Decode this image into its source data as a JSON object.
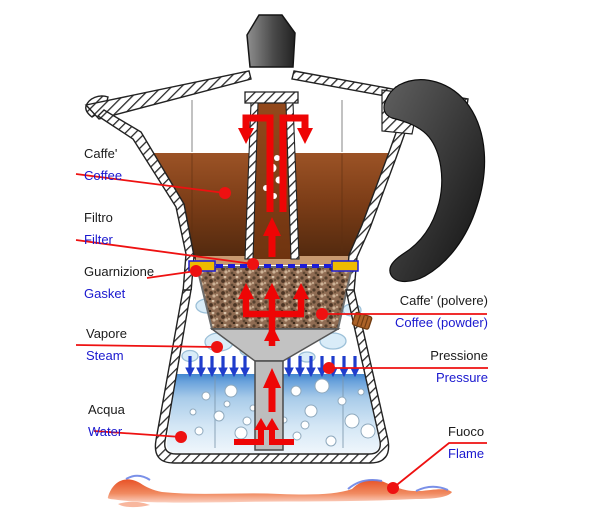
{
  "diagram": {
    "subject": "moka-pot-cross-section",
    "labels": [
      {
        "id": "coffee",
        "it": "Caffe'",
        "en": "Coffee"
      },
      {
        "id": "filter",
        "it": "Filtro",
        "en": "Filter"
      },
      {
        "id": "gasket",
        "it": "Guarnizione",
        "en": "Gasket"
      },
      {
        "id": "steam",
        "it": "Vapore",
        "en": "Steam"
      },
      {
        "id": "water",
        "it": "Acqua",
        "en": "Water"
      },
      {
        "id": "coffee_powder",
        "it": "Caffe' (polvere)",
        "en": "Coffee (powder)"
      },
      {
        "id": "pressure",
        "it": "Pressione",
        "en": "Pressure"
      },
      {
        "id": "flame",
        "it": "Fuoco",
        "en": "Flame"
      }
    ],
    "colors": {
      "italian_text": "#1b1b1b",
      "english_text": "#1a18cf",
      "leader_line": "#ee1111",
      "red_arrow": "#ee0505",
      "blue_arrow": "#1f3ccc",
      "filter_dashed_line": "#1b1bd6",
      "gasket_yellow": "#eebb00",
      "coffee_liquid": "#7c3d17",
      "coffee_powder": "#8f6c53",
      "water_blue": "#4286ce",
      "steam_cloud": "#d9ecf8",
      "flame_orange": "#e85226",
      "metal_handle": "#1a1a1a"
    }
  }
}
